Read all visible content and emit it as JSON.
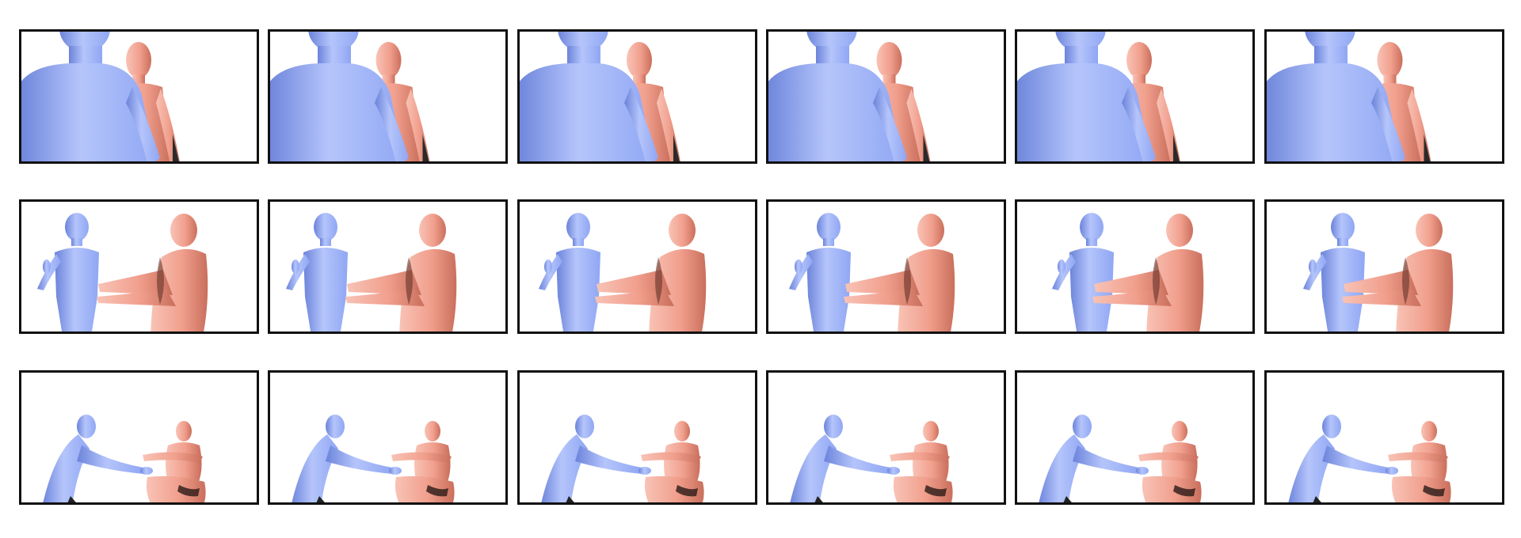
{
  "figure": {
    "rows": 3,
    "columns": 6,
    "scenes": [
      {
        "name": "closeup-torso",
        "description_visible": false
      },
      {
        "name": "hand-gesture-interaction",
        "description_visible": false
      },
      {
        "name": "squat-reach-interaction",
        "description_visible": false
      }
    ]
  },
  "colors": {
    "person_a": "#8fa6f3",
    "person_a_shade": "#6b83da",
    "person_a_light": "#b5c5fb",
    "person_b": "#f19f8d",
    "person_b_shade": "#c96f5c",
    "person_b_light": "#f8c3b6",
    "frame_border": "#111111",
    "background": "#ffffff"
  }
}
